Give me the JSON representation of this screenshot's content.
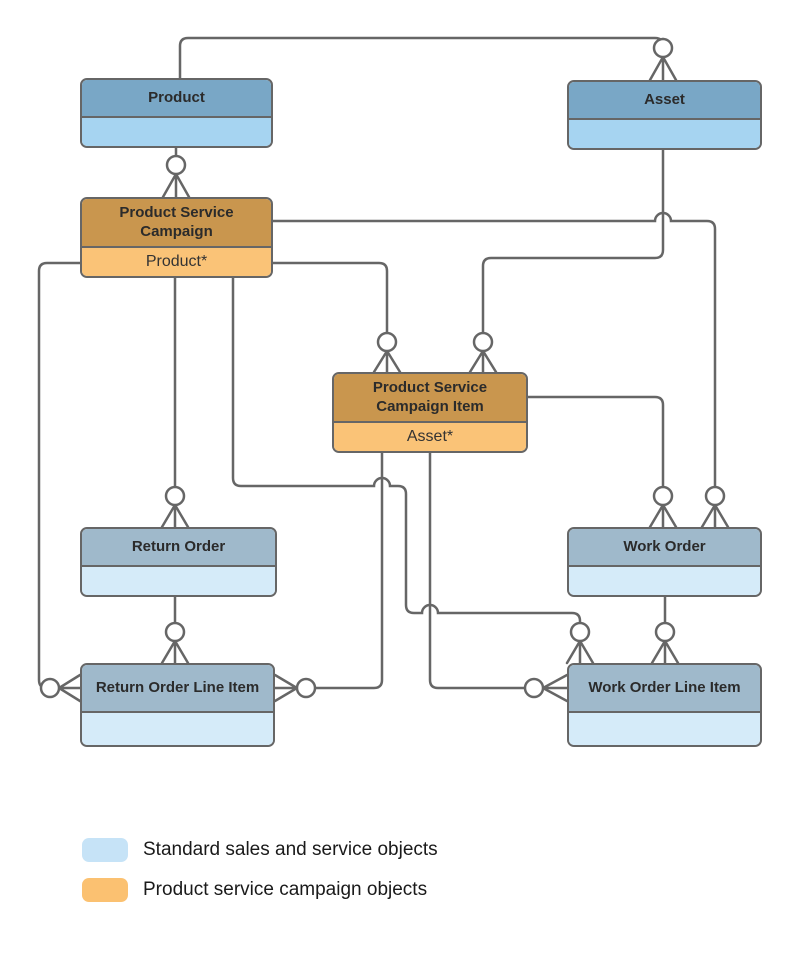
{
  "diagram": {
    "type": "entity-relationship",
    "notation": "crow-foot (zero-or-many markers: circle + crow's foot)"
  },
  "entities": [
    {
      "id": "product",
      "title": "Product",
      "attribute": "",
      "scheme": "standard-sales-service"
    },
    {
      "id": "asset",
      "title": "Asset",
      "attribute": "",
      "scheme": "standard-sales-service"
    },
    {
      "id": "product-service-campaign",
      "title": "Product Service Campaign",
      "attribute": "Product*",
      "scheme": "product-service-campaign"
    },
    {
      "id": "product-service-campaign-item",
      "title": "Product Service Campaign Item",
      "attribute": "Asset*",
      "scheme": "product-service-campaign"
    },
    {
      "id": "return-order",
      "title": "Return Order",
      "attribute": "",
      "scheme": "standard-sales-service"
    },
    {
      "id": "work-order",
      "title": "Work Order",
      "attribute": "",
      "scheme": "standard-sales-service"
    },
    {
      "id": "return-order-line-item",
      "title": "Return Order Line Item",
      "attribute": "",
      "scheme": "standard-sales-service"
    },
    {
      "id": "work-order-line-item",
      "title": "Work Order Line Item",
      "attribute": "",
      "scheme": "standard-sales-service"
    }
  ],
  "relationships": [
    {
      "from": "Product",
      "to": "Asset",
      "cardinality": "one-to-zero-or-many"
    },
    {
      "from": "Product",
      "to": "Product Service Campaign",
      "cardinality": "one-to-zero-or-many"
    },
    {
      "from": "Product Service Campaign",
      "to": "Work Order",
      "cardinality": "one-to-zero-or-many"
    },
    {
      "from": "Product Service Campaign",
      "to": "Product Service Campaign Item",
      "cardinality": "one-to-zero-or-many"
    },
    {
      "from": "Product Service Campaign",
      "to": "Return Order",
      "cardinality": "one-to-zero-or-many"
    },
    {
      "from": "Product Service Campaign",
      "to": "Return Order Line Item",
      "cardinality": "one-to-zero-or-many"
    },
    {
      "from": "Product Service Campaign",
      "to": "Work Order Line Item",
      "cardinality": "one-to-zero-or-many"
    },
    {
      "from": "Asset",
      "to": "Product Service Campaign Item",
      "cardinality": "one-to-zero-or-many"
    },
    {
      "from": "Product Service Campaign Item",
      "to": "Work Order",
      "cardinality": "one-to-zero-or-many"
    },
    {
      "from": "Product Service Campaign Item",
      "to": "Return Order Line Item",
      "cardinality": "one-to-zero-or-many"
    },
    {
      "from": "Product Service Campaign Item",
      "to": "Work Order Line Item",
      "cardinality": "one-to-zero-or-many"
    },
    {
      "from": "Return Order",
      "to": "Return Order Line Item",
      "cardinality": "one-to-zero-or-many"
    },
    {
      "from": "Work Order",
      "to": "Work Order Line Item",
      "cardinality": "one-to-zero-or-many"
    }
  ],
  "legend": {
    "items": [
      {
        "label": "Standard sales and service objects",
        "color": "#C6E3F7"
      },
      {
        "label": "Product service campaign objects",
        "color": "#FBC171"
      }
    ]
  },
  "colors": {
    "blue_bright_header": "#79A7C6",
    "blue_bright_body": "#A6D4F1",
    "blue_muted_header": "#9FB9CB",
    "blue_muted_body": "#D5EBF9",
    "orange_header": "#C9964E",
    "orange_body": "#FAC377",
    "connector_line": "#666666",
    "border": "#666666"
  }
}
